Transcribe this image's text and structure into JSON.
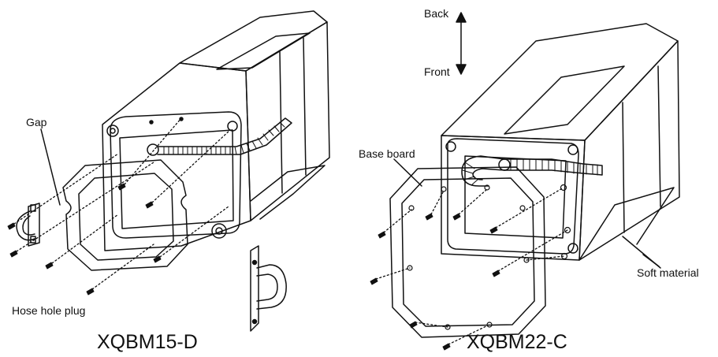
{
  "labels": {
    "gap": "Gap",
    "hose_hole_plug": "Hose hole plug",
    "base_board": "Base board",
    "soft_material": "Soft material",
    "back": "Back",
    "front": "Front"
  },
  "models": {
    "left": "XQBM15-D",
    "right": "XQBM22-C"
  },
  "colors": {
    "line": "#111111",
    "background": "#ffffff"
  }
}
